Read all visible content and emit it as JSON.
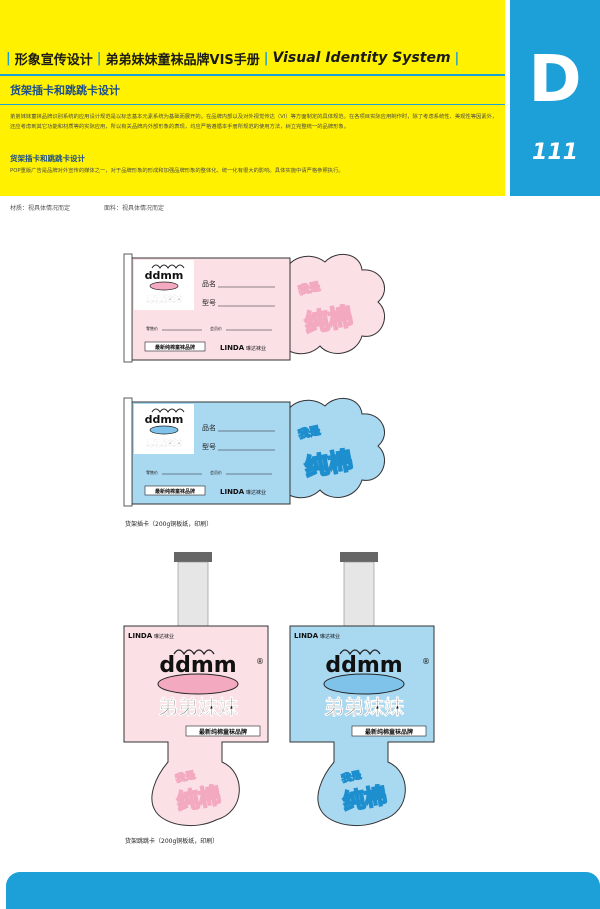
{
  "header": {
    "title_cn_1": "形象宣传设计",
    "title_cn_2": "弟弟妹妹童袜品牌VIS手册",
    "title_en": "Visual Identity System",
    "section_title": "货架插卡和跳跳卡设计",
    "paragraph": "弟弟妹妹童袜品牌识别系统的应用设计规范是以标志基本元素系统为基础而展开的。在品牌内部以及对外视觉传达（VI）等方面制定的具体规范。在各项目实际应用制作时，除了考虑系统性、美观性等因素外，还应考虑到其它功能和材质等的实际应用，所以有关品牌内外部形象的表现，均应严格遵循本手册所规范的使用方法，树立完整统一的品牌形象。",
    "sub_title": "货架插卡和跳跳卡设计",
    "sub_paragraph": "POP重版广告是品牌对外宣传的媒体之一，对于品牌形象的形成和加强品牌形象的整体化、统一化有很大的影响。具体实施中请严格参照执行。",
    "colors": {
      "yellow": "#fff100",
      "blue": "#1d9fd8"
    }
  },
  "tab": {
    "letter": "D",
    "number": "111"
  },
  "materials": {
    "material": "材质：视具体情况而定",
    "fabric": "面料：视具体情况而定"
  },
  "card": {
    "brand": "ddmm",
    "brand_cn": "弟弟妹妹",
    "name_label": "品名",
    "model_label": "型号",
    "retail_label": "零售价",
    "member_label": "会员价",
    "slogan": "最新纯棉童袜品牌",
    "maker": "LINDA",
    "maker_cn": "琳达袜业",
    "bubble_1": "我是",
    "bubble_2": "纯棉",
    "registered": "®",
    "colors": {
      "pink": "#fbe0e6",
      "blue": "#a9d8f1"
    }
  },
  "captions": {
    "shelf_card": "货架插卡（200g铜板纸，印刷）",
    "jump_card": "货架跳跳卡（200g铜板纸，印刷）"
  }
}
